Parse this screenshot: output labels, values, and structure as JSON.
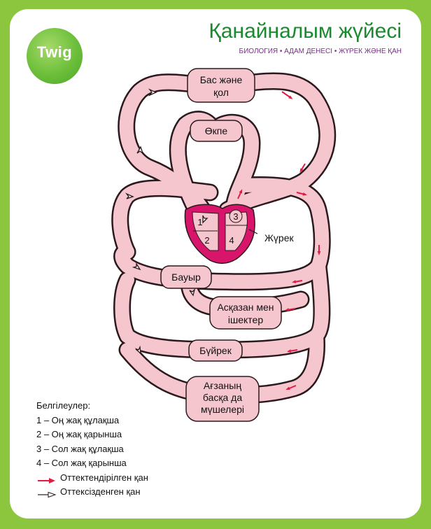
{
  "logo": {
    "text": "Twig"
  },
  "header": {
    "title": "Қанайналым жүйесі",
    "subtitle": "БИОЛОГИЯ • АДАМ ДЕНЕСІ • ЖҮРЕК ЖӘНЕ ҚАН"
  },
  "diagram": {
    "organs": {
      "head_line1": "Бас және",
      "head_line2": "қол",
      "lungs": "Өкпе",
      "heart": "Жүрек",
      "liver": "Бауыр",
      "gut_line1": "Асқазан мен",
      "gut_line2": "ішектер",
      "kidney": "Бүйрек",
      "other_line1": "Ағзаның",
      "other_line2": "басқа да",
      "other_line3": "мүшелері"
    },
    "chambers": {
      "c1": "1",
      "c2": "2",
      "c3": "3",
      "c4": "4"
    }
  },
  "legend": {
    "heading": "Белгілеулер:",
    "items": [
      "1 – Оң жақ құлақша",
      "2 – Оң жақ қарынша",
      "3 – Сол жақ құлақша",
      "4 – Сол жақ қарынша"
    ],
    "oxygenated": "Оттектендірілген қан",
    "deoxygenated": "Оттексізденген қан"
  },
  "colors": {
    "frame": "#8cc63f",
    "vessel_fill": "#f6c6cf",
    "vessel_outline": "#2a1a1e",
    "heart": "#d8156b",
    "arrow_red": "#e21b45",
    "title_green": "#1a8a2e",
    "subtitle_purple": "#7b2d8c"
  }
}
